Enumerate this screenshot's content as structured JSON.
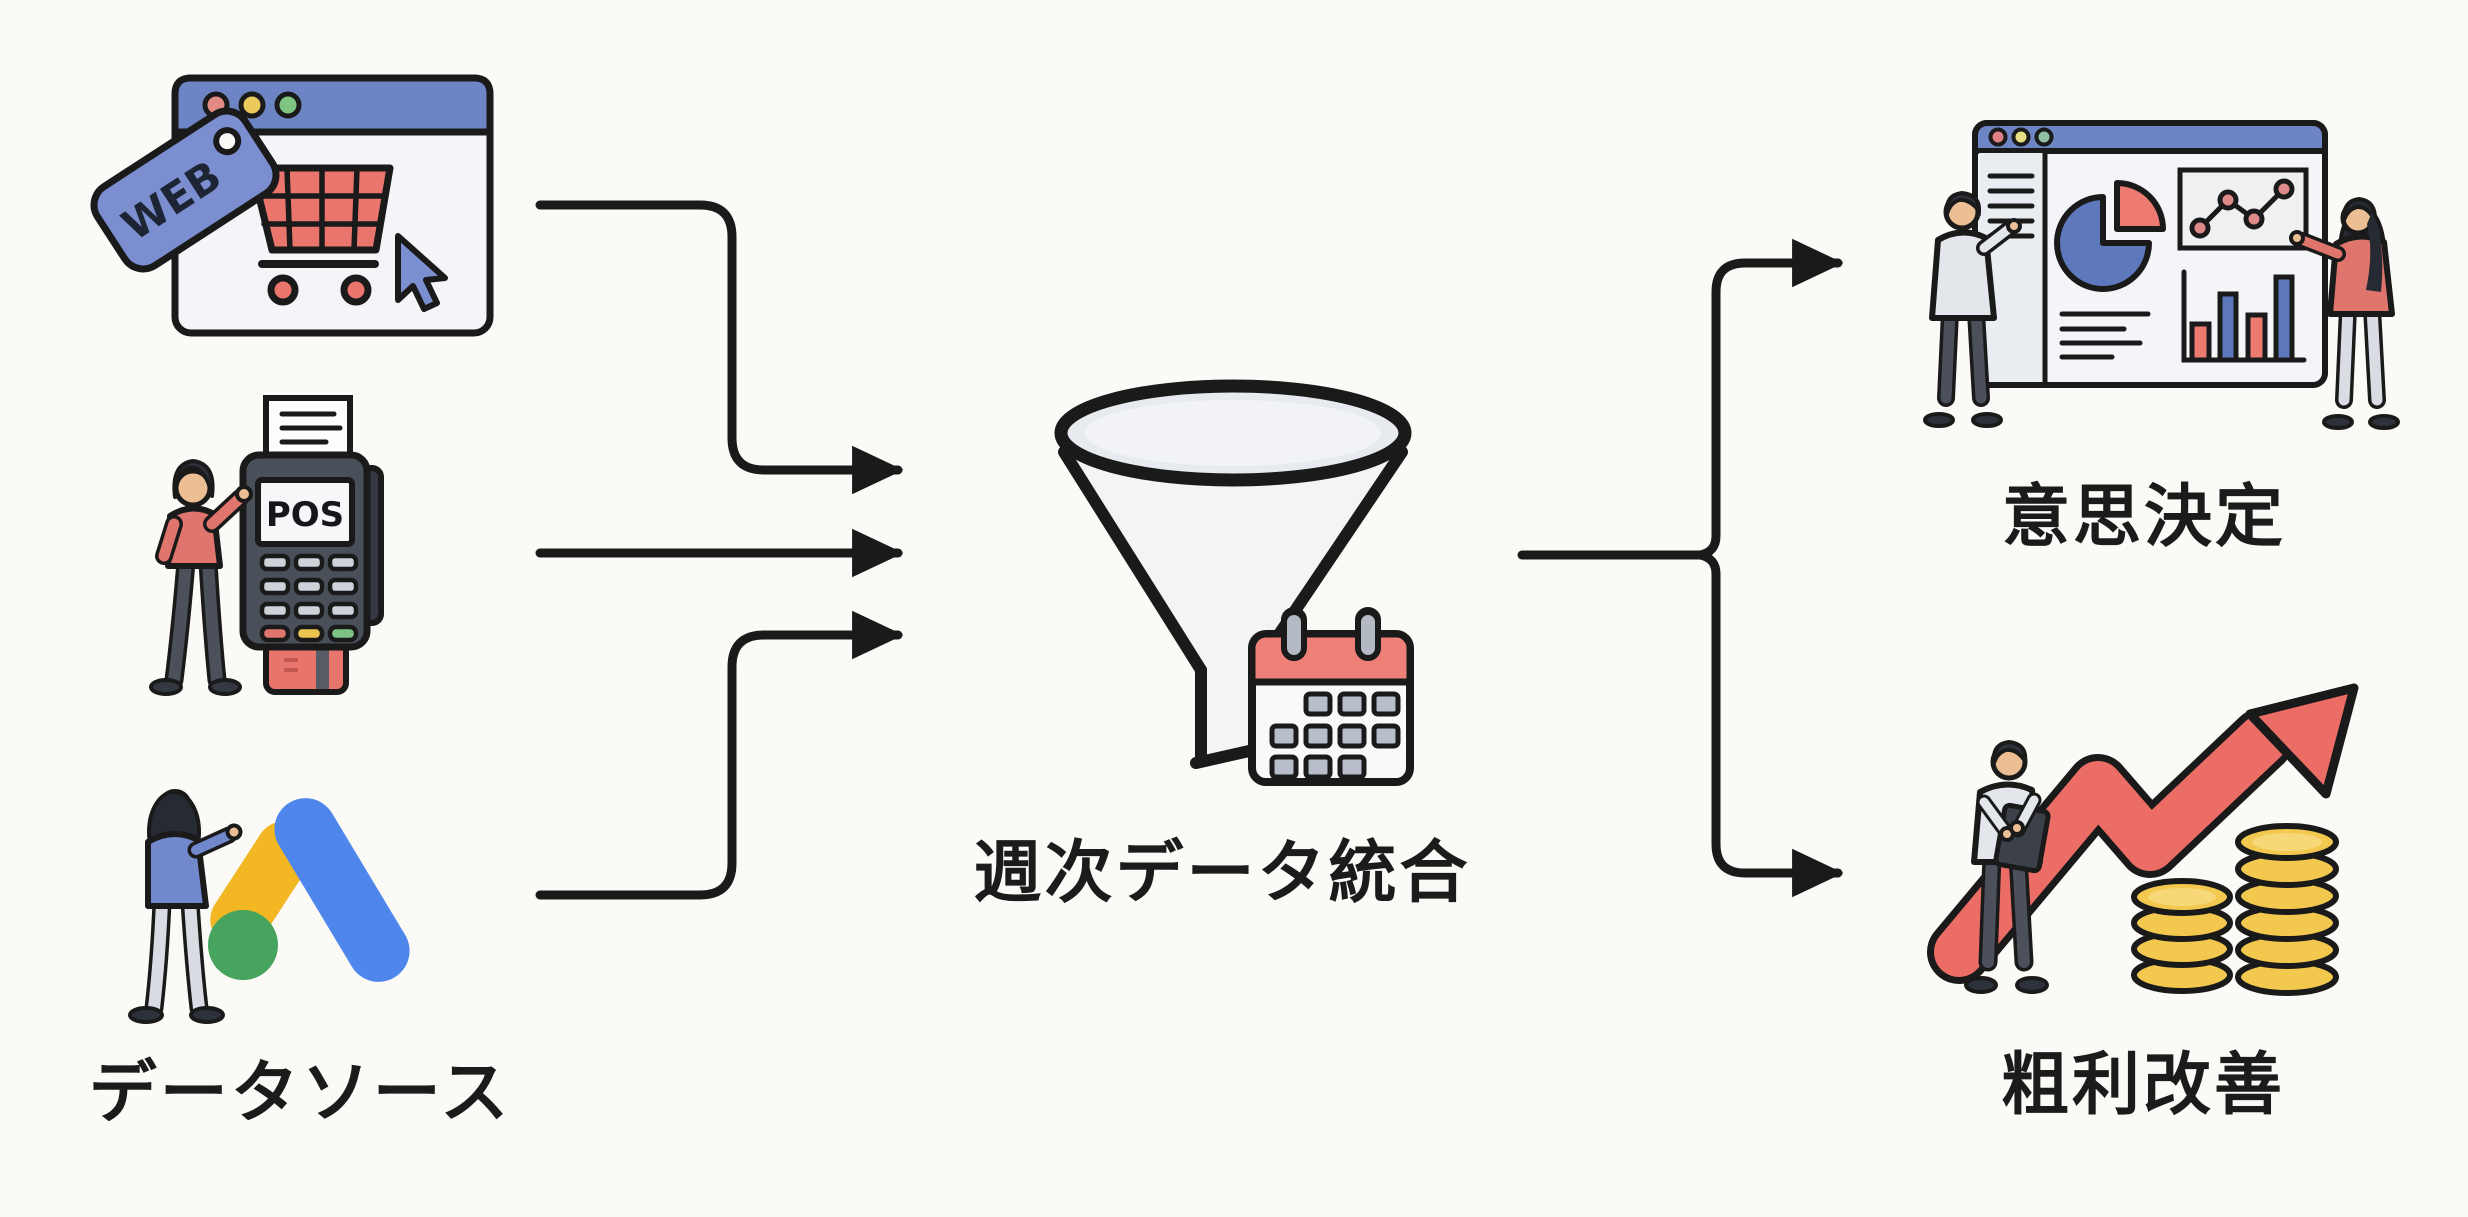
{
  "diagram": {
    "type": "flow",
    "background": "#fbfaf7",
    "sources": {
      "label": "データソース",
      "items": [
        {
          "id": "web-store",
          "kind": "browser-shopping-cart-icon",
          "badge": "WEB"
        },
        {
          "id": "pos",
          "kind": "pos-terminal-icon",
          "screen_text": "POS"
        },
        {
          "id": "ads",
          "kind": "google-ads-logo-icon"
        }
      ]
    },
    "process": {
      "id": "weekly-integration",
      "kind": "funnel-calendar-icon",
      "label": "週次データ統合"
    },
    "outcomes": [
      {
        "id": "decision",
        "kind": "analytics-dashboard-icon",
        "label": "意思決定"
      },
      {
        "id": "profit",
        "kind": "growth-arrow-coins-icon",
        "label": "粗利改善"
      }
    ],
    "colors": {
      "outline": "#1a1a1a",
      "accent_blue": "#6d85c4",
      "tag_blue": "#7b8ed0",
      "accent_red": "#e9756c",
      "chart_blue": "#5d78bd",
      "google_blue": "#4f86ec",
      "google_yellow": "#f2b722",
      "google_green": "#46a45e",
      "coin_gold": "#f3c84e",
      "calendar_red": "#ee8078",
      "growth_red": "#ec6d66"
    }
  }
}
